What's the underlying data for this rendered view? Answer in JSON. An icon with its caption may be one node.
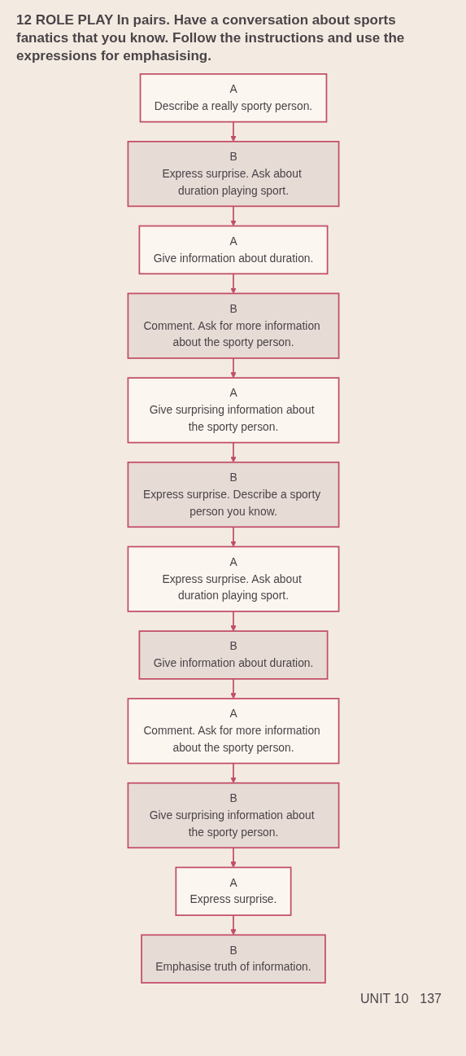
{
  "diagram": {
    "title": "12 ROLE PLAY In pairs. Have a conversation about sports fanatics that you know. Follow the instructions and use the expressions for emphasising.",
    "nodes": [
      {
        "text": [
          "A",
          "Describe a really sporty person."
        ]
      },
      {
        "text": [
          "B",
          "Express surprise. Ask about duration playing sport."
        ]
      },
      {
        "text": [
          "A",
          "Give information about duration."
        ]
      },
      {
        "text": [
          "B",
          "Comment. Ask for more information about the sporty person."
        ]
      },
      {
        "text": [
          "A",
          "Give surprising information about the sporty person."
        ]
      },
      {
        "text": [
          "B",
          "Express surprise. Describe a sporty person you know."
        ]
      },
      {
        "text": [
          "A",
          "Express surprise. Ask about duration playing sport."
        ]
      },
      {
        "text": [
          "B",
          "Give information about duration."
        ]
      },
      {
        "text": [
          "A",
          "Comment. Ask for more information about the sporty person."
        ]
      },
      {
        "text": [
          "B",
          "Give surprising information about the sporty person."
        ]
      },
      {
        "text": [
          "A",
          "Express surprise."
        ]
      },
      {
        "text": [
          "B",
          "Emphasise truth of information."
        ]
      }
    ],
    "edges": [
      {
        "from": 0,
        "to": 1,
        "arrow": "to"
      },
      {
        "from": 1,
        "to": 2,
        "arrow": "to"
      },
      {
        "from": 2,
        "to": 3,
        "arrow": "to"
      },
      {
        "from": 3,
        "to": 4,
        "arrow": "to"
      },
      {
        "from": 4,
        "to": 5,
        "arrow": "to"
      },
      {
        "from": 5,
        "to": 6,
        "arrow": "to"
      },
      {
        "from": 6,
        "to": 7,
        "arrow": "to"
      },
      {
        "from": 7,
        "to": 8,
        "arrow": "to"
      },
      {
        "from": 8,
        "to": 9,
        "arrow": "to"
      },
      {
        "from": 9,
        "to": 10,
        "arrow": "to"
      },
      {
        "from": 10,
        "to": 11,
        "arrow": "to"
      }
    ],
    "labels": [
      "UNIT 10",
      "137"
    ]
  }
}
